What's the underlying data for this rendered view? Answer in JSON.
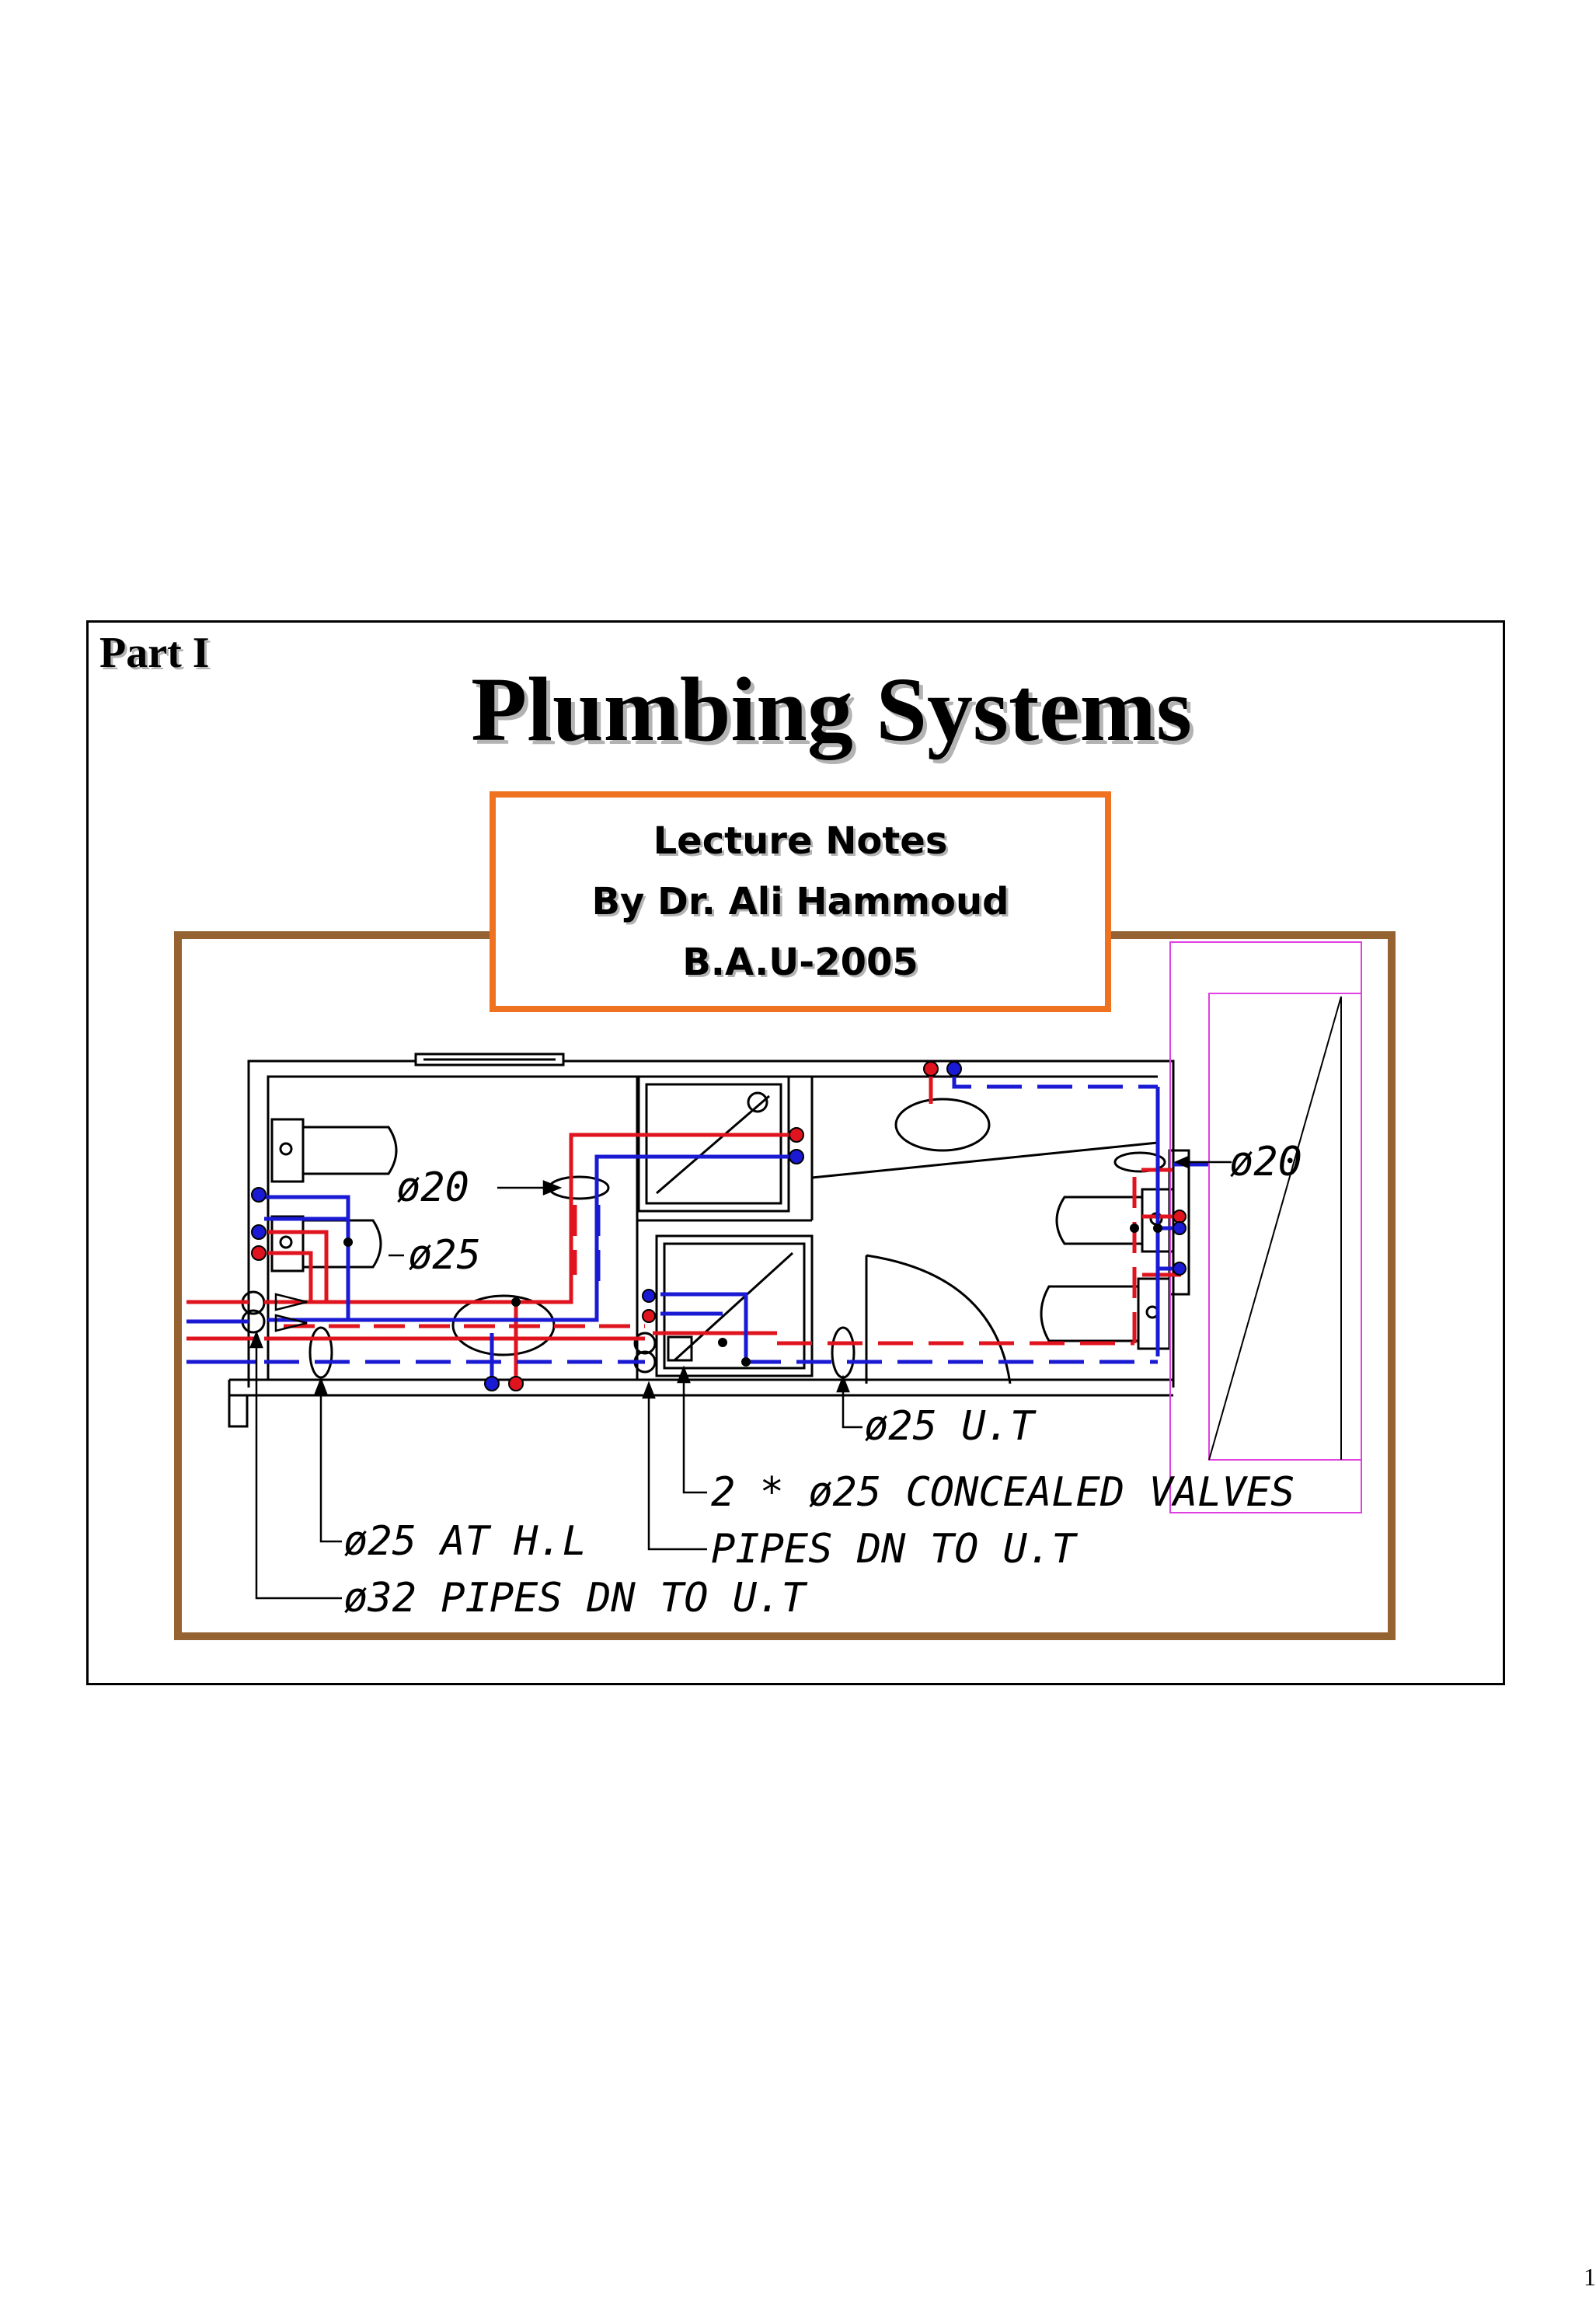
{
  "slide": {
    "part_label": "Part I",
    "title": "Plumbing Systems",
    "credits": {
      "line1": "Lecture Notes",
      "line2": "By Dr. Ali Hammoud",
      "line3": "B.A.U-2005"
    }
  },
  "drawing": {
    "labels": {
      "d20_left": "ø20",
      "d25_left": "ø25",
      "d20_right": "ø20",
      "d25_ut": "ø25 U.T",
      "concealed_valves": "2 * ø25 CONCEALED VALVES",
      "d25_hl": "ø25 AT H.L",
      "pipes_dn_ut": "PIPES DN TO U.T",
      "d32_pipes": "ø32 PIPES DN TO U.T"
    },
    "colors": {
      "hot_water": "#e0141e",
      "cold_water": "#1a1ad4",
      "frame": "#956232",
      "box_border": "#ef7220",
      "partition": "#e040e0"
    }
  },
  "page_number": "1"
}
